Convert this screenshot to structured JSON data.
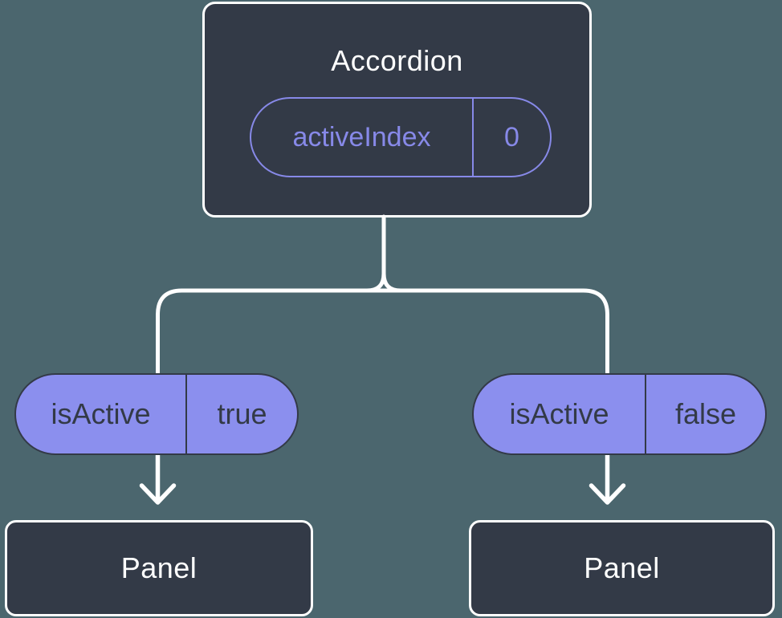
{
  "colors": {
    "background": "#4b666e",
    "node_fill": "#333a47",
    "node_border": "#ffffff",
    "pill_fill": "#8b8fee",
    "accent": "#8789e8",
    "text_light": "#ffffff",
    "text_dark": "#333a47"
  },
  "tree": {
    "root": {
      "title": "Accordion",
      "prop": {
        "name": "activeIndex",
        "value": "0"
      }
    },
    "children": [
      {
        "prop": {
          "name": "isActive",
          "value": "true"
        },
        "title": "Panel"
      },
      {
        "prop": {
          "name": "isActive",
          "value": "false"
        },
        "title": "Panel"
      }
    ]
  }
}
